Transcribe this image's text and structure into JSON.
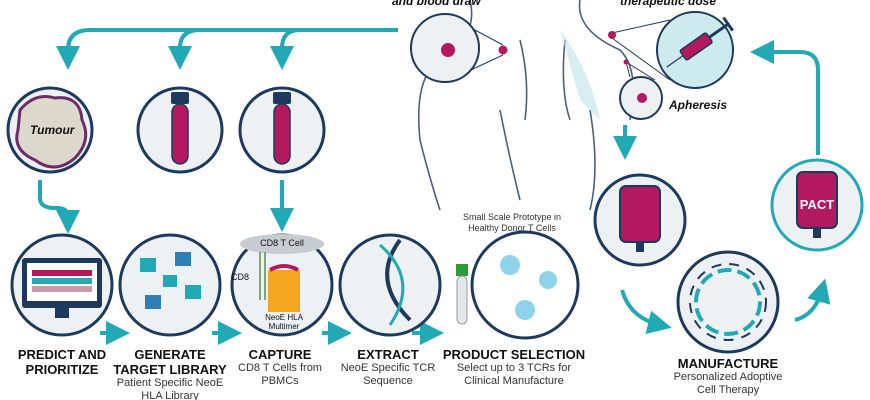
{
  "colors": {
    "teal": "#23a9b5",
    "navy": "#1d3a5c",
    "magenta": "#b3195f",
    "pale": "#eef1f4"
  },
  "top_labels": {
    "blood_draw": "and blood draw",
    "dose": "therapeutic dose",
    "apheresis": "Apheresis"
  },
  "inputs": {
    "tumour": "Tumour"
  },
  "steps": [
    {
      "title1": "PREDICT AND",
      "title2": "PRIORITIZE"
    },
    {
      "title1": "GENERATE",
      "title2": "TARGET LIBRARY",
      "sub1": "Patient Specific NeoE",
      "sub2": "HLA Library"
    },
    {
      "title1": "CAPTURE",
      "sub1": "CD8 T Cells from",
      "sub2": "PBMCs"
    },
    {
      "title1": "EXTRACT",
      "sub1": "NeoE Specific TCR",
      "sub2": "Sequence"
    },
    {
      "title1": "PRODUCT SELECTION",
      "sub1": "Select up to 3 TCRs for",
      "sub2": "Clinical Manufacture"
    }
  ],
  "capture_icon": {
    "cell": "CD8 T Cell",
    "cd8": "CD8",
    "multimer1": "NeoE HLA",
    "multimer2": "Multimer"
  },
  "prototype": {
    "line1": "Small Scale Prototype in",
    "line2": "Healthy Donor T Cells"
  },
  "manufacture": {
    "title": "MANUFACTURE",
    "sub1": "Personalized Adoptive",
    "sub2": "Cell Therapy"
  },
  "bag_label": "PACT"
}
